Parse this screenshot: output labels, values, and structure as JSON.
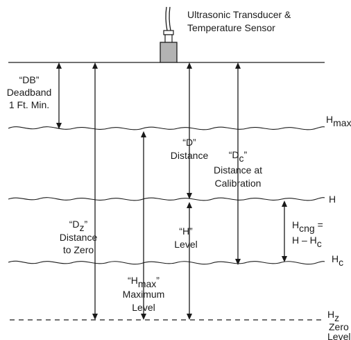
{
  "sensor": {
    "title_line1": "Ultrasonic Transducer &",
    "title_line2": "Temperature Sensor"
  },
  "labels": {
    "db": {
      "line1": "“DB”",
      "line2": "Deadband",
      "line3": "1 Ft. Min."
    },
    "hmax_level": {
      "main": "H",
      "sub": "max"
    },
    "h_level": {
      "main": "H"
    },
    "hc_level": {
      "main": "H",
      "sub": "c"
    },
    "hz_level": {
      "main": "H",
      "sub": "z",
      "line2": "Zero",
      "line3": "Level"
    },
    "d": {
      "line1": "“D”",
      "line2": "Distance"
    },
    "dc": {
      "q_open": "“D",
      "sub": "c",
      "q_close": "”",
      "line2": "Distance at",
      "line3": "Calibration"
    },
    "dz": {
      "q_open": "“D",
      "sub": "z",
      "q_close": "”",
      "line2": "Distance",
      "line3": "to Zero"
    },
    "h": {
      "line1": "“H”",
      "line2": "Level"
    },
    "hmax_arrow": {
      "q_open": "“H",
      "sub": "max",
      "q_close": "”",
      "line2": "Maximum",
      "line3": "Level"
    },
    "hcng": {
      "main": "H",
      "sub": "cng",
      "eq": " =",
      "line2_main": "H – H",
      "line2_sub": "c"
    }
  }
}
